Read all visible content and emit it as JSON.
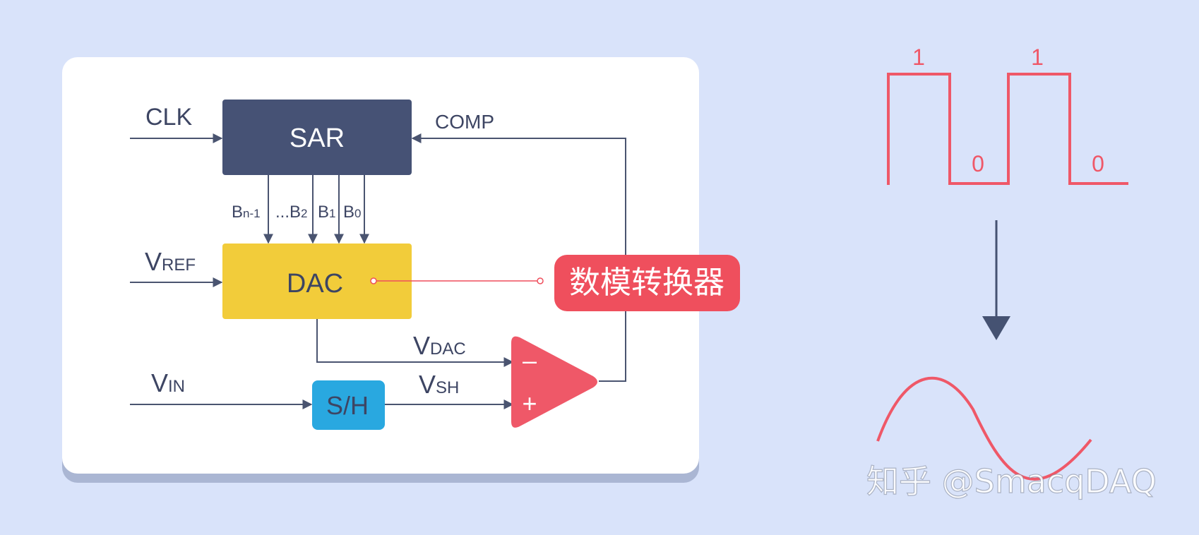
{
  "diagram": {
    "blocks": {
      "sar": "SAR",
      "dac": "DAC",
      "sh": "S/H"
    },
    "signals": {
      "clk": "CLK",
      "comp": "COMP",
      "vref_main": "V",
      "vref_sub": "REF",
      "vin_main": "V",
      "vin_sub": "IN",
      "vdac_main": "V",
      "vdac_sub": "DAC",
      "vsh_main": "V",
      "vsh_sub": "SH"
    },
    "bits": {
      "bn1_main": "B",
      "bn1_sub": "n-1",
      "b2_main": "...B",
      "b2_sub": "2",
      "b1_main": "B",
      "b1_sub": "1",
      "b0_main": "B",
      "b0_sub": "0"
    },
    "comparator": {
      "minus": "–",
      "plus": "+"
    },
    "callout": "数模转换器"
  },
  "waveform": {
    "labels": [
      "1",
      "1",
      "0",
      "0"
    ]
  },
  "watermark": "知乎 @SmacqDAQ",
  "colors": {
    "background": "#d9e3fa",
    "sar": "#465275",
    "dac": "#f2cc3a",
    "sh": "#29a8e0",
    "comparator": "#ef5868",
    "callout": "#ef4f5d",
    "wave": "#ef5868",
    "arrow": "#455272"
  }
}
